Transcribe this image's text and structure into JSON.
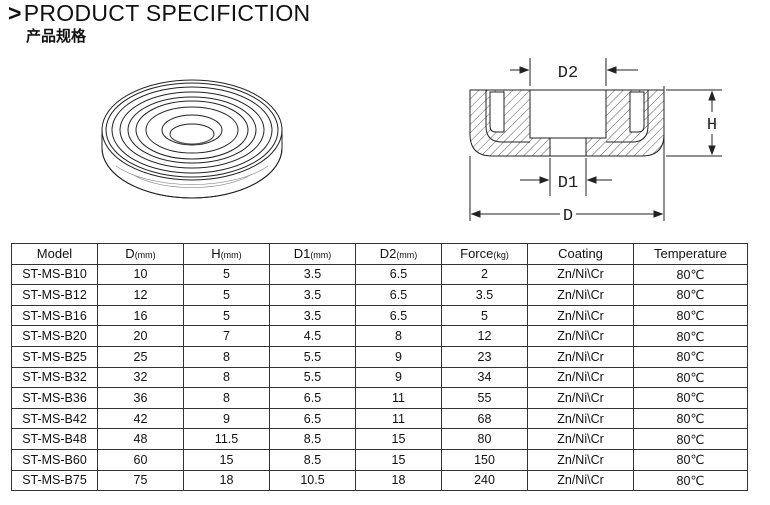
{
  "header": {
    "chevron": ">",
    "title": "PRODUCT SPECIFICTION",
    "subtitle": "产品规格"
  },
  "section_diagram": {
    "labels": {
      "d2": "D2",
      "h": "H",
      "d1": "D1",
      "d": "D"
    }
  },
  "table": {
    "columns": [
      {
        "name": "Model",
        "unit": ""
      },
      {
        "name": "D",
        "unit": "(mm)"
      },
      {
        "name": "H",
        "unit": "(mm)"
      },
      {
        "name": "D1",
        "unit": "(mm)"
      },
      {
        "name": "D2",
        "unit": "(mm)"
      },
      {
        "name": "Force",
        "unit": "(kg)"
      },
      {
        "name": "Coating",
        "unit": ""
      },
      {
        "name": "Temperature",
        "unit": ""
      }
    ],
    "rows": [
      [
        "ST-MS-B10",
        "10",
        "5",
        "3.5",
        "6.5",
        "2",
        "Zn/Ni\\Cr",
        "80℃"
      ],
      [
        "ST-MS-B12",
        "12",
        "5",
        "3.5",
        "6.5",
        "3.5",
        "Zn/Ni\\Cr",
        "80℃"
      ],
      [
        "ST-MS-B16",
        "16",
        "5",
        "3.5",
        "6.5",
        "5",
        "Zn/Ni\\Cr",
        "80℃"
      ],
      [
        "ST-MS-B20",
        "20",
        "7",
        "4.5",
        "8",
        "12",
        "Zn/Ni\\Cr",
        "80℃"
      ],
      [
        "ST-MS-B25",
        "25",
        "8",
        "5.5",
        "9",
        "23",
        "Zn/Ni\\Cr",
        "80℃"
      ],
      [
        "ST-MS-B32",
        "32",
        "8",
        "5.5",
        "9",
        "34",
        "Zn/Ni\\Cr",
        "80℃"
      ],
      [
        "ST-MS-B36",
        "36",
        "8",
        "6.5",
        "11",
        "55",
        "Zn/Ni\\Cr",
        "80℃"
      ],
      [
        "ST-MS-B42",
        "42",
        "9",
        "6.5",
        "11",
        "68",
        "Zn/Ni\\Cr",
        "80℃"
      ],
      [
        "ST-MS-B48",
        "48",
        "11.5",
        "8.5",
        "15",
        "80",
        "Zn/Ni\\Cr",
        "80℃"
      ],
      [
        "ST-MS-B60",
        "60",
        "15",
        "8.5",
        "15",
        "150",
        "Zn/Ni\\Cr",
        "80℃"
      ],
      [
        "ST-MS-B75",
        "75",
        "18",
        "10.5",
        "18",
        "240",
        "Zn/Ni\\Cr",
        "80℃"
      ]
    ]
  }
}
